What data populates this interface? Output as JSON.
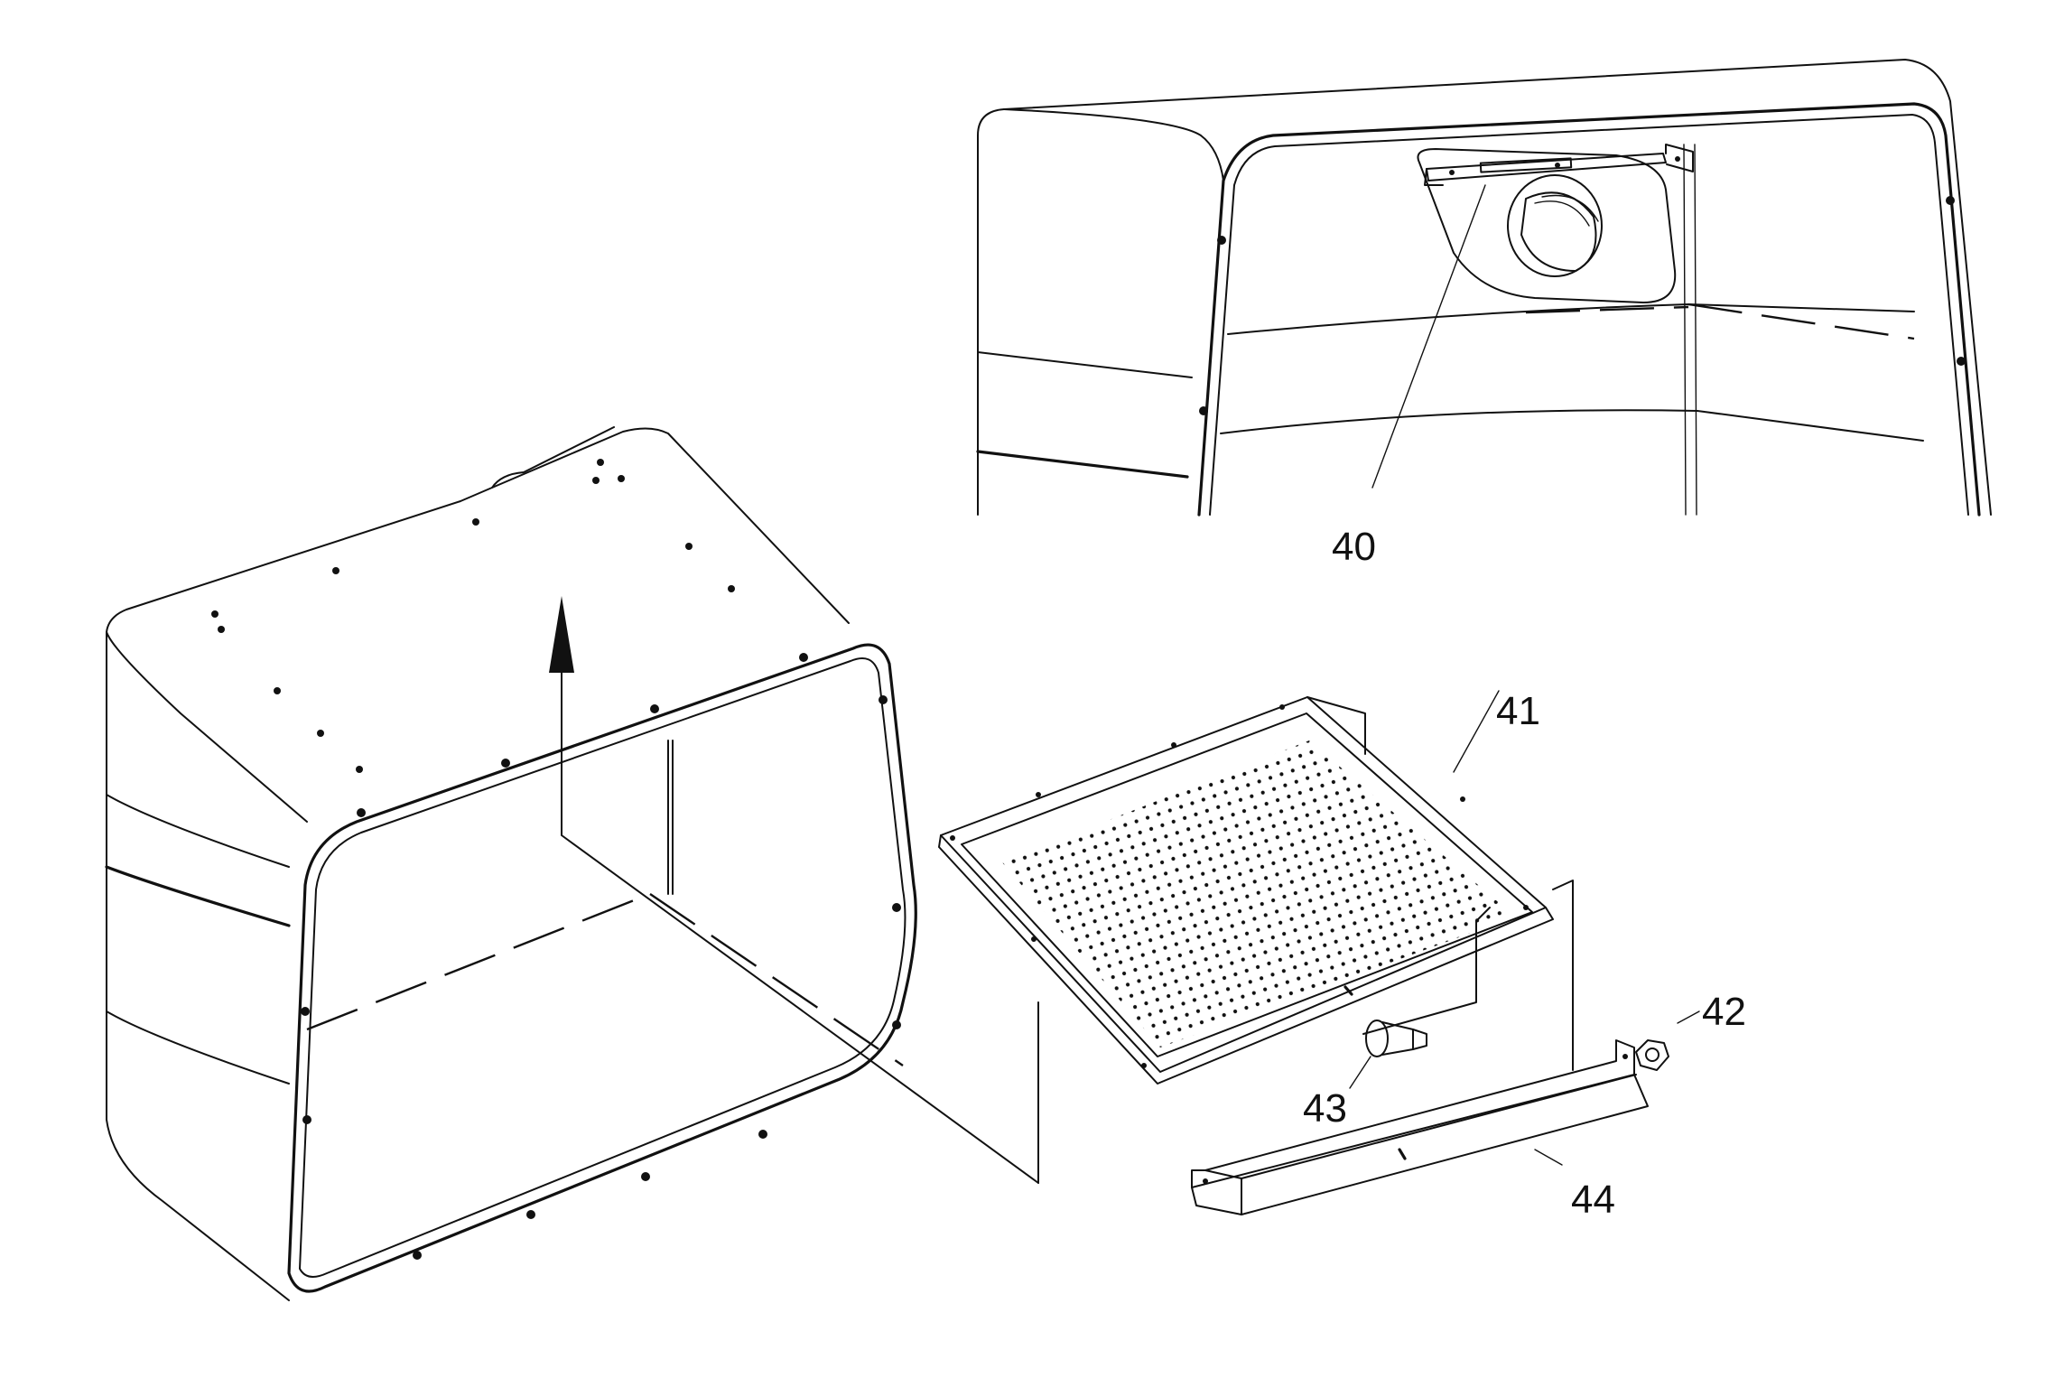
{
  "callouts": [
    {
      "label": "40"
    },
    {
      "label": "41"
    },
    {
      "label": "42"
    },
    {
      "label": "43"
    },
    {
      "label": "44"
    }
  ]
}
